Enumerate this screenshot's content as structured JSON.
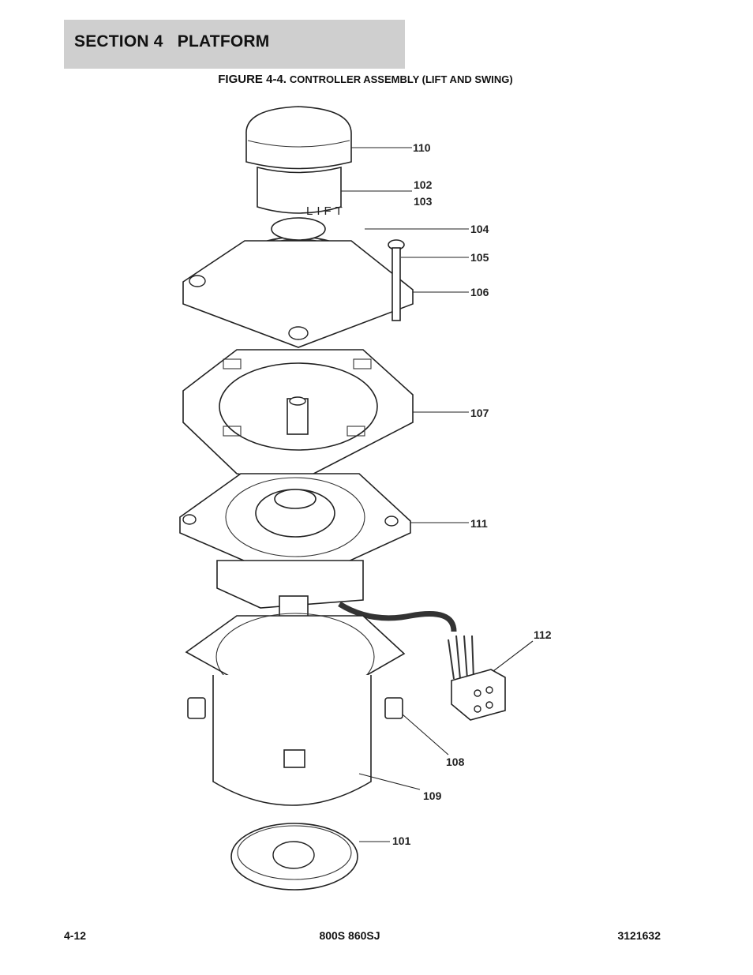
{
  "header": {
    "section": "SECTION 4   PLATFORM"
  },
  "figure": {
    "number": "FIGURE 4-4.",
    "caption": "CONTROLLER ASSEMBLY (LIFT AND SWING)"
  },
  "callouts": {
    "c110": "110",
    "c102": "102",
    "c103": "103",
    "c104": "104",
    "c105": "105",
    "c106": "106",
    "c107": "107",
    "c111": "111",
    "c112": "112",
    "c108": "108",
    "c109": "109",
    "c101": "101"
  },
  "handle_text": "LIFT",
  "footer": {
    "page": "4-12",
    "model": "800S 860SJ",
    "doc": "3121632"
  }
}
